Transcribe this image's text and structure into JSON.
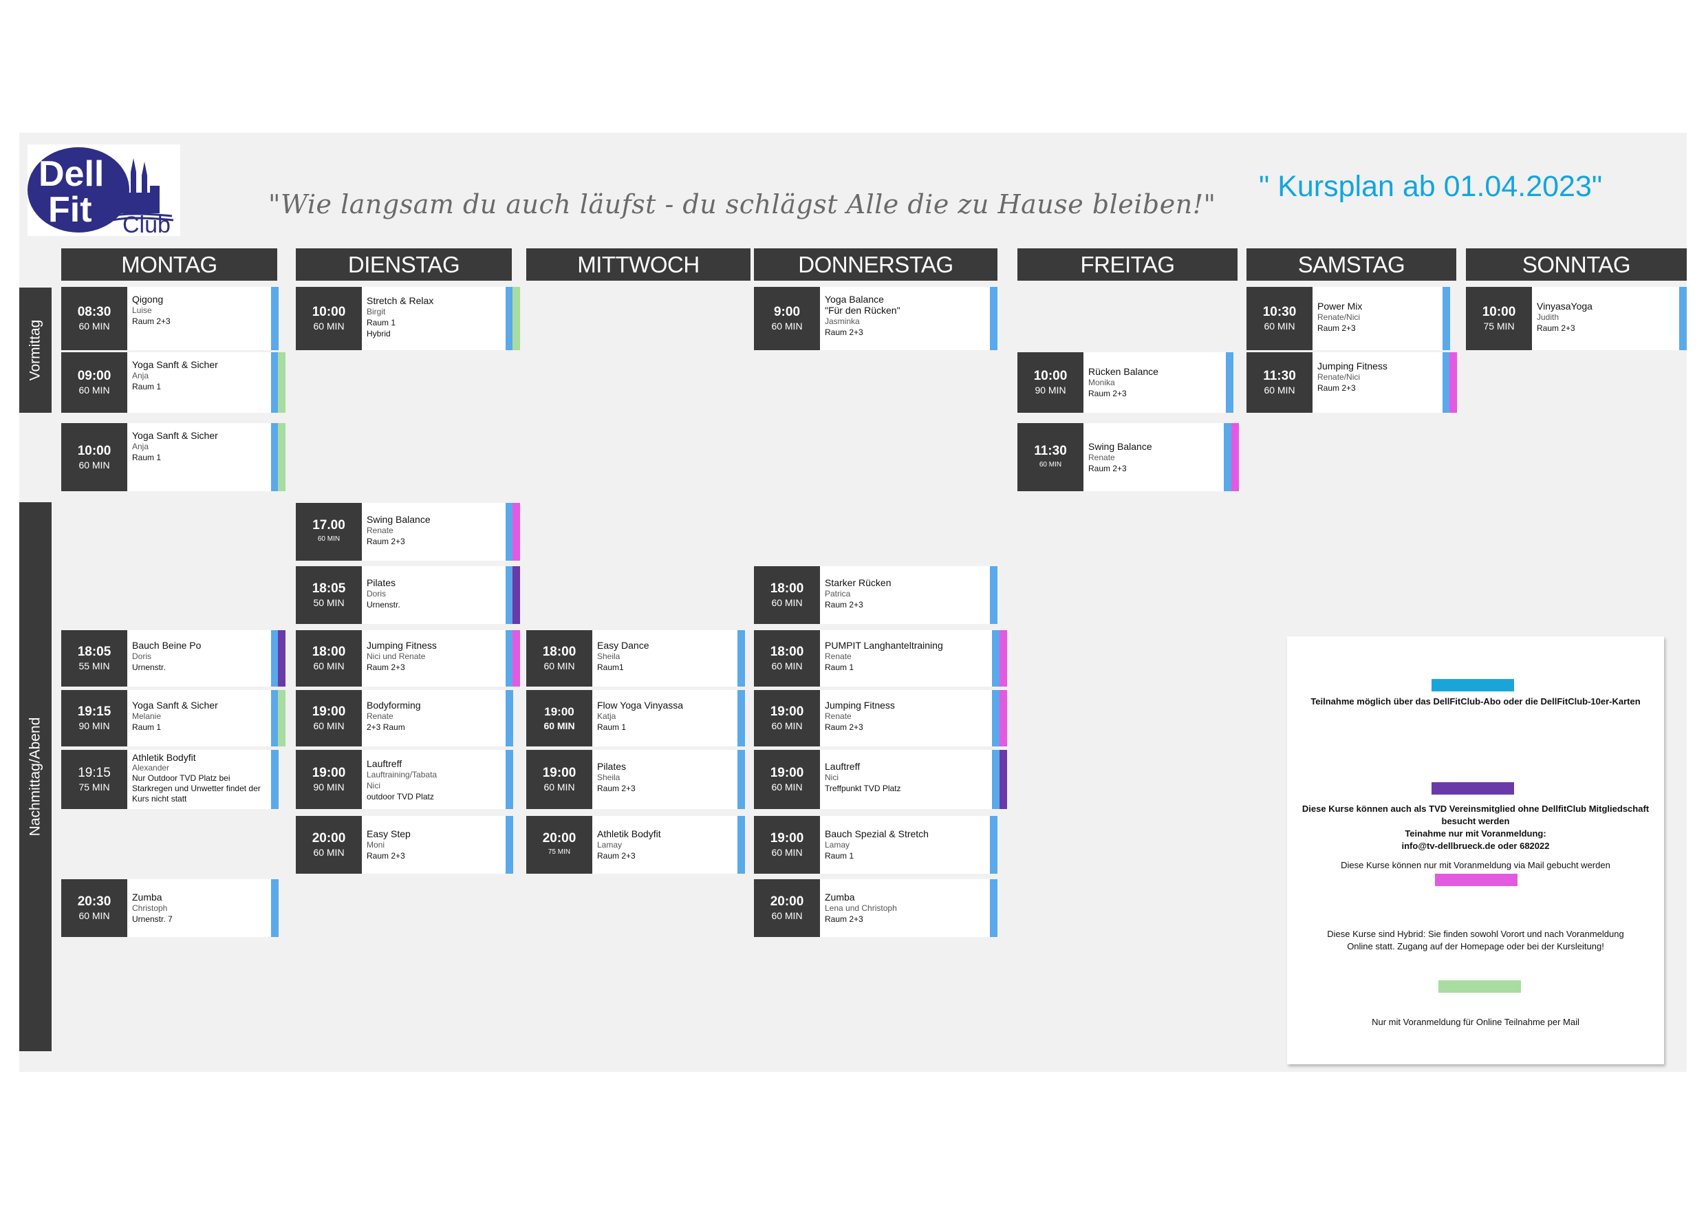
{
  "header": {
    "logo": {
      "line1": "Dell",
      "line2": "Fit",
      "line3": "Club",
      "primary_color": "#2e2e86"
    },
    "slogan": "\"Wie langsam du auch läufst - du schlägst Alle die zu Hause bleiben!\"",
    "kursplan": "\" Kursplan ab 01.04.2023\""
  },
  "side_labels": {
    "morning": "Vormittag",
    "afternoon": "Nachmittag/Abend"
  },
  "days": [
    "MONTAG",
    "DIENSTAG",
    "MITTWOCH",
    "DONNERSTAG",
    "FREITAG",
    "SAMSTAG",
    "SONNTAG"
  ],
  "colors": {
    "blue": "#5aa9ea",
    "green": "#a8dca0",
    "purple": "#6a3aa8",
    "magenta": "#e35ae0",
    "teal": "#1aa5d8",
    "dark": "#3a3a3a"
  },
  "courses": {
    "mon_1": {
      "time": "08:30",
      "dur": "60 MIN",
      "name": "Qigong",
      "instr": "Luise",
      "room": " Raum 2+3"
    },
    "mon_2": {
      "time": "09:00",
      "dur": "60 MIN",
      "name": "Yoga Sanft & Sicher",
      "instr": "Anja",
      "room": "Raum 1"
    },
    "mon_3": {
      "time": "10:00",
      "dur": "60 MIN",
      "name": "Yoga Sanft & Sicher",
      "instr": "Anja",
      "room": "Raum 1"
    },
    "mon_4": {
      "time": "18:05",
      "dur": "55 MIN",
      "name": "Bauch Beine Po",
      "instr": "Doris",
      "room": "Urnenstr."
    },
    "mon_5": {
      "time": "19:15",
      "dur": "90 MIN",
      "name": "Yoga Sanft & Sicher",
      "instr": "Melanie",
      "room": "Raum 1"
    },
    "mon_6": {
      "time": "19:15",
      "dur": "75 MIN",
      "name": "Athletik Bodyfit",
      "instr": "Alexander",
      "room": "Nur Outdoor TVD Platz bei Starkregen und Unwetter findet der Kurs nicht statt"
    },
    "mon_7": {
      "time": "20:30",
      "dur": "60 MIN",
      "name": "Zumba",
      "instr": "Christoph",
      "room": "Urnenstr. 7"
    },
    "tue_1": {
      "time": "10:00",
      "dur": "60 MIN",
      "name": "Stretch & Relax",
      "instr": "Birgit",
      "room": "Raum 1",
      "extra": "Hybrid"
    },
    "tue_2": {
      "time": "17.00",
      "dur": "60 MIN",
      "name": "Swing Balance",
      "instr": "Renate",
      "room": "Raum 2+3"
    },
    "tue_3": {
      "time": "18:05",
      "dur": "50 MIN",
      "name": "Pilates",
      "instr": "Doris",
      "room": "Urnenstr."
    },
    "tue_4": {
      "time": "18:00",
      "dur": "60 MIN",
      "name": "Jumping Fitness",
      "instr": "Nici und Renate",
      "room": "Raum 2+3"
    },
    "tue_5": {
      "time": "19:00",
      "dur": "60 MIN",
      "name": "Bodyforming",
      "instr": "Renate",
      "room": " 2+3 Raum"
    },
    "tue_6": {
      "time": "19:00",
      "dur": "90 MIN",
      "name": "Lauftreff",
      "instr": "Lauftraining/Tabata",
      "instr2": "Nici",
      "room": " outdoor TVD Platz"
    },
    "tue_7": {
      "time": "20:00",
      "dur": "60 MIN",
      "name": "Easy Step",
      "instr": "Moni",
      "room": "Raum 2+3"
    },
    "wed_1": {
      "time": "18:00",
      "dur": "60 MIN",
      "name": "Easy Dance",
      "instr": "Sheila",
      "room": "Raum1"
    },
    "wed_2": {
      "time": "19:00",
      "dur": "60 MIN",
      "name": "Flow Yoga Vinyassa",
      "instr": "Katja",
      "room": "Raum 1"
    },
    "wed_3": {
      "time": "19:00",
      "dur": "60 MIN",
      "name": "Pilates",
      "instr": "Sheila",
      "room": "Raum 2+3"
    },
    "wed_4": {
      "time": "20:00",
      "dur": "75 MIN",
      "name": "Athletik Bodyfit",
      "instr": "Lamay",
      "room": "Raum 2+3"
    },
    "thu_1": {
      "time": "9:00",
      "dur": "60 MIN",
      "name": "Yoga Balance",
      "name2": "\"Für den Rücken\"",
      "instr": "Jasminka",
      "room": "  Raum 2+3"
    },
    "thu_2": {
      "time": "18:00",
      "dur": "60 MIN",
      "name": "Starker Rücken",
      "instr": "Patrica",
      "room": " Raum 2+3"
    },
    "thu_3": {
      "time": "18:00",
      "dur": "60 MIN",
      "name": "PUMPIT Langhanteltraining",
      "instr": "Renate",
      "room": " Raum 1"
    },
    "thu_4": {
      "time": "19:00",
      "dur": "60 MIN",
      "name": "Jumping Fitness",
      "instr": "Renate",
      "room": "Raum 2+3"
    },
    "thu_5": {
      "time": "19:00",
      "dur": "60 MIN",
      "name": "Lauftreff",
      "instr": "Nici",
      "room": "Treffpunkt TVD Platz"
    },
    "thu_6": {
      "time": "19:00",
      "dur": "60 MIN",
      "name": " Bauch Spezial & Stretch",
      "instr": "Lamay",
      "room": " Raum 1"
    },
    "thu_7": {
      "time": "20:00",
      "dur": "60 MIN",
      "name": "Zumba",
      "instr": "Lena und Christoph",
      "room": "Raum 2+3"
    },
    "fri_1": {
      "time": "10:00",
      "dur": "90 MIN",
      "name": "Rücken Balance",
      "instr": "Monika",
      "room": "Raum 2+3"
    },
    "fri_2": {
      "time": "11:30",
      "dur": "60 MIN",
      "name": " Swing Balance",
      "instr": "Renate",
      "room": "Raum 2+3"
    },
    "sat_1": {
      "time": "10:30",
      "dur": "60 MIN",
      "name": "Power Mix",
      "instr": "Renate/Nici",
      "room": "Raum 2+3"
    },
    "sat_2": {
      "time": "11:30",
      "dur": "60 MIN",
      "name": "Jumping Fitness",
      "instr": "Renate/Nici",
      "room": "Raum 2+3"
    },
    "sun_1": {
      "time": "10:00",
      "dur": "75 MIN",
      "name": "VinyasaYoga",
      "instr": "Judith",
      "room": "Raum 2+3"
    }
  },
  "legend": {
    "text_blue": "Teilnahme möglich über das DellFitClub-Abo oder die DellFitClub-10er-Karten",
    "text_purple_1": "Diese Kurse können auch als TVD Vereinsmitglied ohne DellfitClub Mitgliedschaft besucht werden",
    "text_purple_2": "Teinahme nur mit Voranmeldung:",
    "text_purple_3": "info@tv-dellbrueck.de oder 682022",
    "text_purple_4": "Diese Kurse können nur mit Voranmeldung  via Mail gebucht werden",
    "text_magenta": "Diese Kurse sind Hybrid: Sie finden sowohl Vorort und  nach Voranmeldung Online statt.  Zugang auf der Homepage oder bei der Kursleitung!",
    "text_green": "Nur mit Voranmeldung für Online Teilnahme per Mail"
  }
}
